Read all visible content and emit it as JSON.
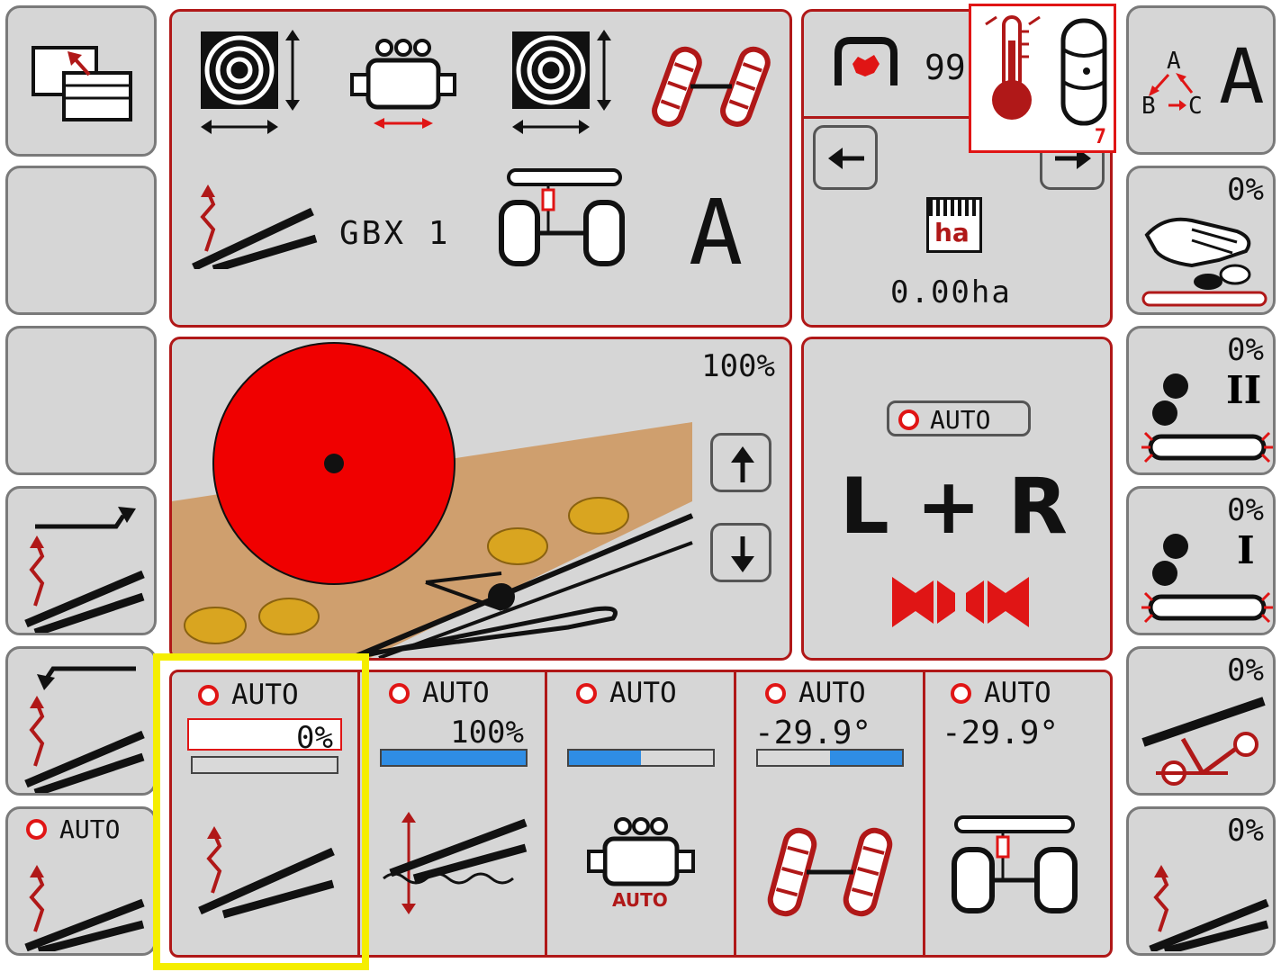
{
  "window_colors": {
    "panel_border": "#b01818",
    "accent_red": "#e01515",
    "bar_fill": "#2f8de4",
    "highlight": "#f5ee00",
    "conveyor": "#cf9f6e"
  },
  "top_status": {
    "gearbox_label": "GBX 1",
    "mode_letter": "A",
    "counter_value": "99",
    "area_value": "0.00ha",
    "area_icon_text": "ha",
    "alert_badge": "7"
  },
  "right_softkeys": {
    "abc_labels": {
      "a": "A",
      "b": "B",
      "c": "C",
      "big": "A"
    },
    "pct_1": "0%",
    "pct_2": "0%",
    "pct_2_roman": "II",
    "pct_3": "0%",
    "pct_3_roman": "I",
    "pct_4": "0%",
    "pct_5": "0%"
  },
  "left_softkeys": {
    "auto_label": "AUTO"
  },
  "machine_view": {
    "speed_pct": "100%"
  },
  "steering": {
    "auto_label": "AUTO",
    "mode_text": "L + R"
  },
  "bottom_cells": [
    {
      "auto": "AUTO",
      "value": "0%",
      "bar_fill": 0.0
    },
    {
      "auto": "AUTO",
      "value": "100%",
      "bar_fill": 1.0
    },
    {
      "auto": "AUTO",
      "value": "",
      "bar_fill": 0.5,
      "icon_text": "AUTO"
    },
    {
      "auto": "AUTO",
      "value": "-29.9°",
      "bar_fill": 0.5
    },
    {
      "auto": "AUTO",
      "value": "-29.9°"
    }
  ]
}
